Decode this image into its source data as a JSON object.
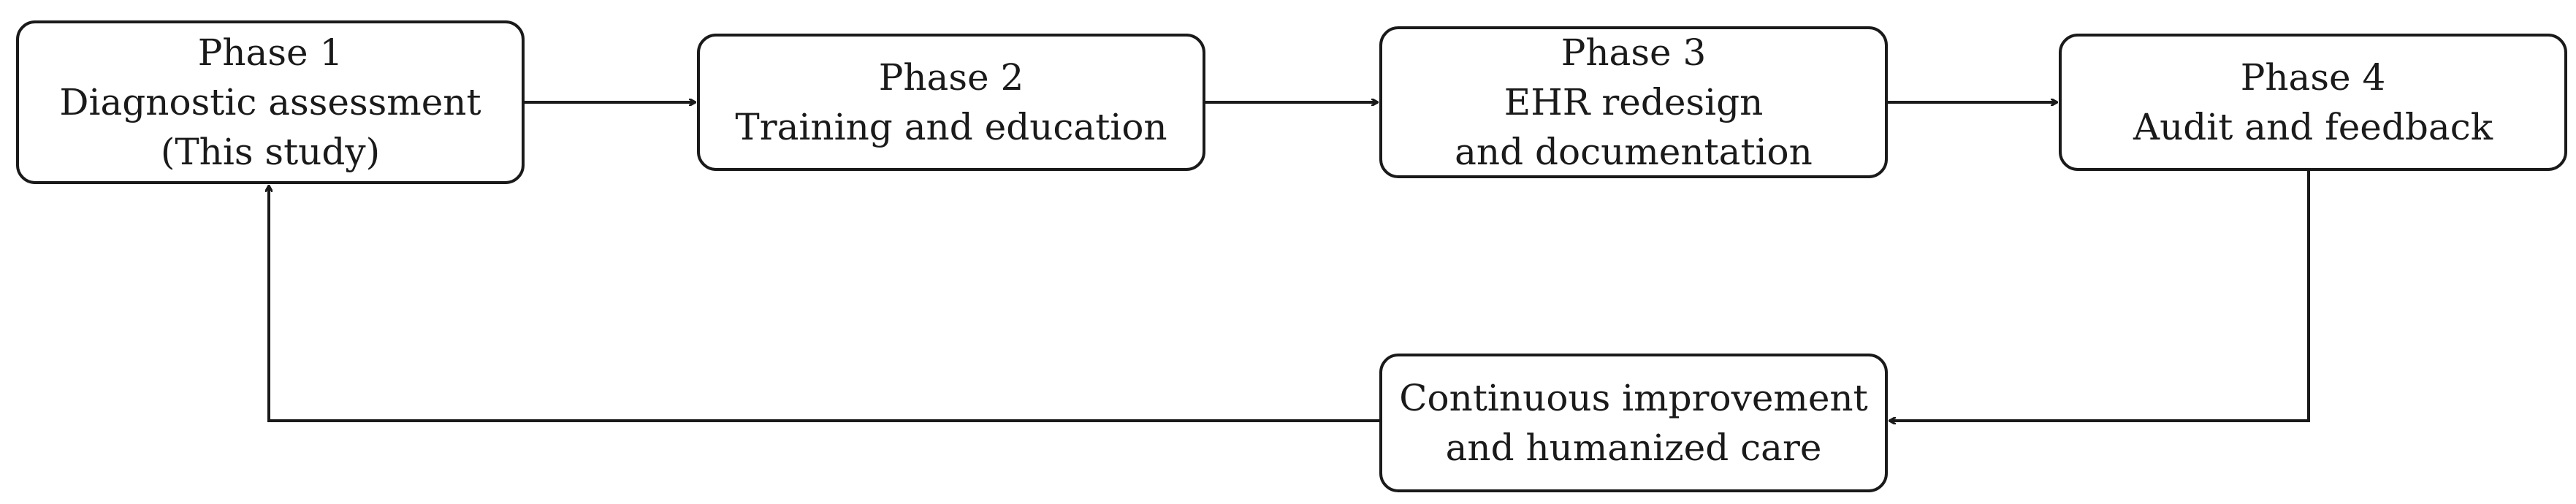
{
  "nodes": {
    "phase1": {
      "line1": "Phase 1",
      "line2": "Diagnostic assessment",
      "line3": "(This study)"
    },
    "phase2": {
      "line1": "Phase 2",
      "line2": "Training and education"
    },
    "phase3": {
      "line1": "Phase 3",
      "line2": "EHR redesign",
      "line3": "and documentation"
    },
    "phase4": {
      "line1": "Phase 4",
      "line2": "Audit and feedback"
    },
    "continuous": {
      "line1": "Continuous improvement",
      "line2": "and humanized care"
    }
  },
  "edges": [
    {
      "from": "phase1",
      "to": "phase2"
    },
    {
      "from": "phase2",
      "to": "phase3"
    },
    {
      "from": "phase3",
      "to": "phase4"
    },
    {
      "from": "phase4",
      "to": "continuous"
    },
    {
      "from": "continuous",
      "to": "phase1"
    }
  ]
}
